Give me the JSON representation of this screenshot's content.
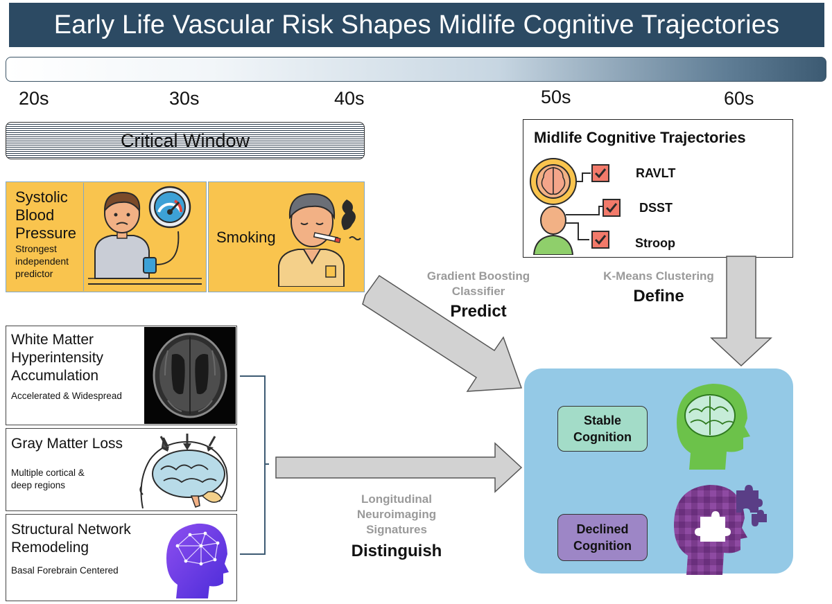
{
  "title": "Early Life Vascular Risk Shapes Midlife Cognitive Trajectories",
  "timeline": {
    "decades": [
      "20s",
      "30s",
      "40s",
      "50s",
      "60s"
    ]
  },
  "critical_window": "Critical Window",
  "risk_factors": {
    "sbp": {
      "title_lines": [
        "Systolic",
        "Blood",
        "Pressure"
      ],
      "sub_lines": [
        "Strongest",
        "independent",
        "predictor"
      ]
    },
    "smoking": {
      "label": "Smoking"
    }
  },
  "midlife": {
    "title": "Midlife Cognitive Trajectories",
    "tests": [
      "RAVLT",
      "DSST",
      "Stroop"
    ]
  },
  "arrows": {
    "predict": {
      "method_lines": [
        "Gradient Boosting",
        "Classifier"
      ],
      "verb": "Predict"
    },
    "define": {
      "method": "K-Means Clustering",
      "verb": "Define"
    },
    "distinguish": {
      "method_lines": [
        "Longitudinal",
        "Neuroimaging",
        "Signatures"
      ],
      "verb": "Distinguish"
    }
  },
  "signatures": {
    "wmh": {
      "title_lines": [
        "White Matter",
        "Hyperintensity",
        "Accumulation"
      ],
      "sub": "Accelerated & Widespread"
    },
    "gm": {
      "title": "Gray Matter Loss",
      "sub_lines": [
        "Multiple cortical &",
        "deep regions"
      ]
    },
    "network": {
      "title_lines": [
        "Structural Network",
        "Remodeling"
      ],
      "sub": "Basal Forebrain Centered"
    }
  },
  "outcomes": {
    "stable": [
      "Stable",
      "Cognition"
    ],
    "declined": [
      "Declined",
      "Cognition"
    ]
  },
  "colors": {
    "banner": "#2c4a63",
    "risk_panel": "#f9c44e",
    "outcome_panel": "#94c9e6",
    "stable": "#a3dcc8",
    "declined": "#9d86c6",
    "arrow": "#d2d2d2",
    "stable_head": "#6cc24a",
    "declined_head": "#7a3b8c"
  },
  "icons": [
    "blood-pressure-person-icon",
    "gauge-icon",
    "smoking-person-icon",
    "brain-gear-person-icon",
    "checkbox-icon",
    "brain-mri-scan-icon",
    "brain-atrophy-icon",
    "brain-network-head-icon",
    "healthy-brain-head-icon",
    "puzzle-head-icon"
  ]
}
